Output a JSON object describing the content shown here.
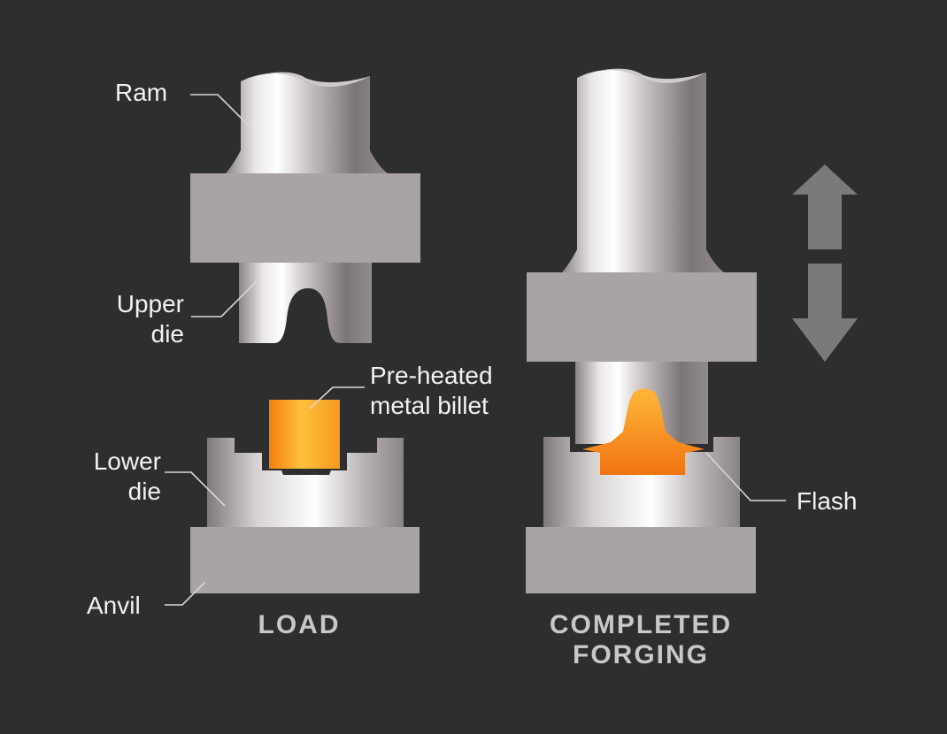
{
  "labels": {
    "ram": "Ram",
    "upper_die_line1": "Upper",
    "upper_die_line2": "die",
    "billet_line1": "Pre-heated",
    "billet_line2": "metal billet",
    "lower_die_line1": "Lower",
    "lower_die_line2": "die",
    "anvil": "Anvil",
    "flash": "Flash"
  },
  "captions": {
    "load": "LOAD",
    "completed_line1": "COMPLETED",
    "completed_line2": "FORGING"
  },
  "colors": {
    "background": "#2e2e2e",
    "block": "#a9a3a3",
    "billet": "#f6a623",
    "arrow": "#7a7a7a",
    "leader": "#d8d8d8"
  }
}
